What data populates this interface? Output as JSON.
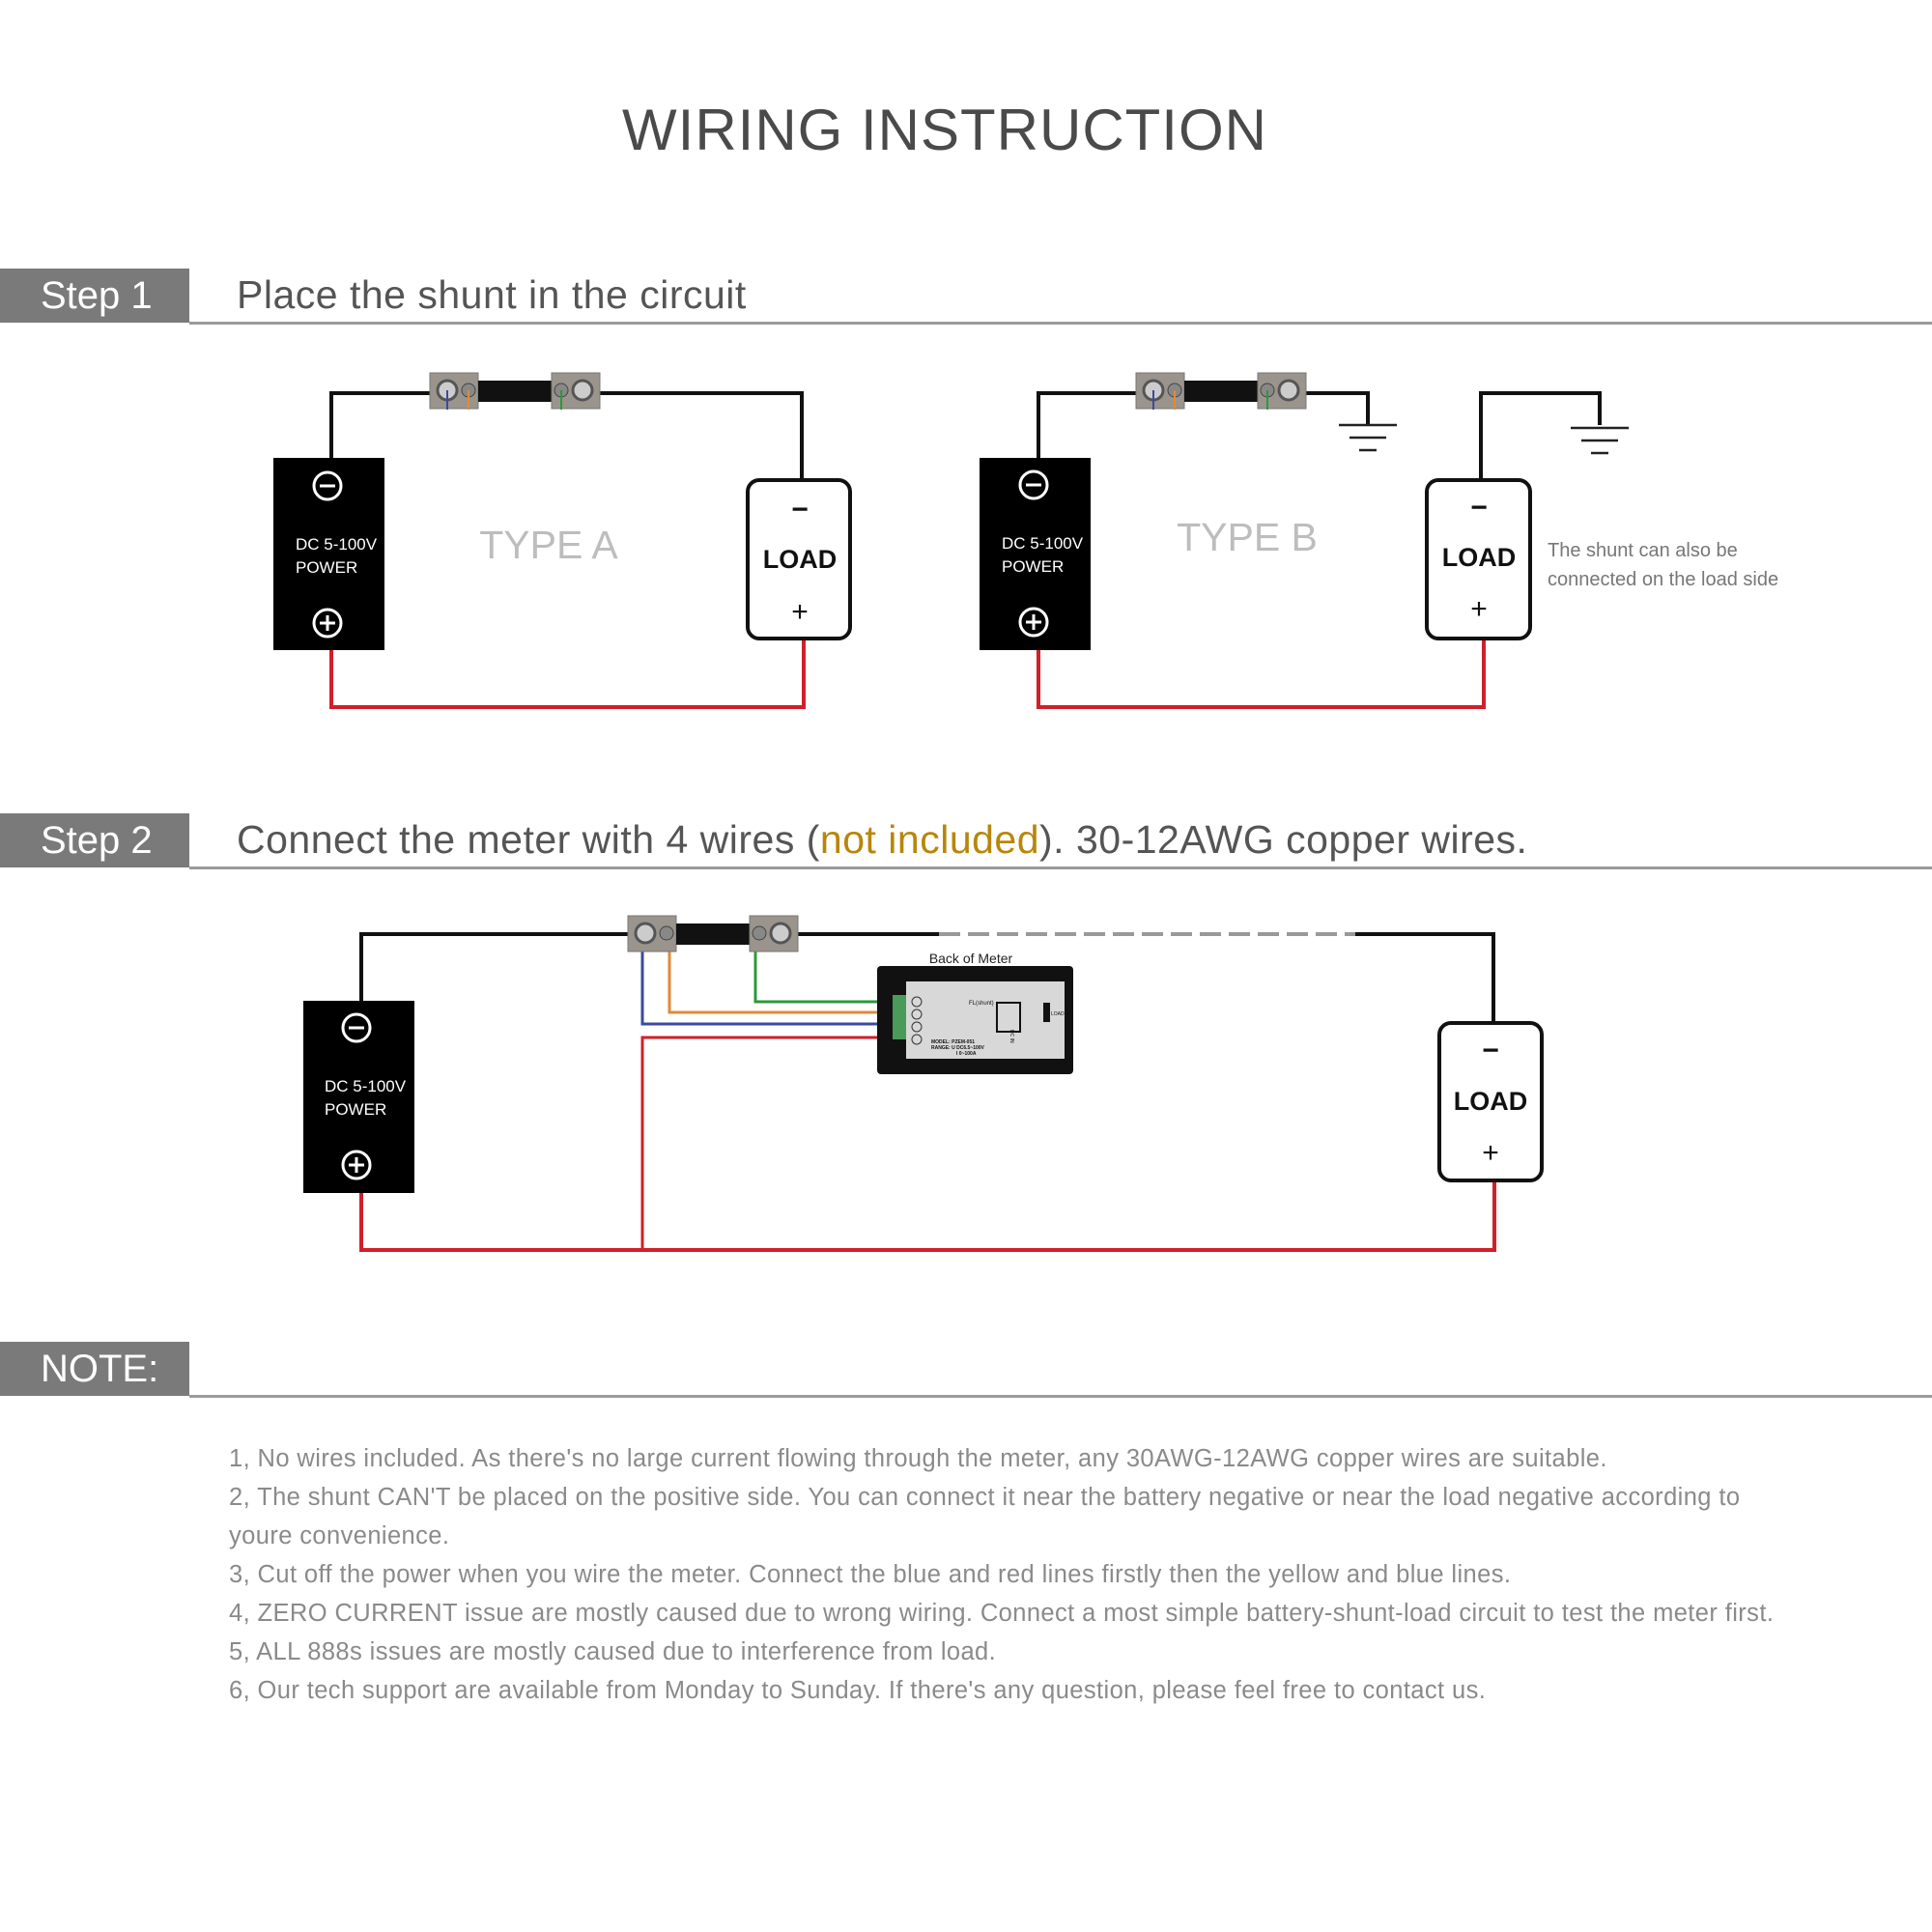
{
  "title": "WIRING INSTRUCTION",
  "step1": {
    "label": "Step 1",
    "text": "Place the shunt in the circuit"
  },
  "step2": {
    "label": "Step 2",
    "text_before": "Connect the meter with 4 wires (",
    "highlight": "not included",
    "text_after": "). 30-12AWG copper wires."
  },
  "note": {
    "label": "NOTE:"
  },
  "diagram": {
    "power_label_1": "DC 5-100V",
    "power_label_2": "POWER",
    "load_label": "LOAD",
    "minus": "−",
    "plus": "+",
    "type_a": "TYPE A",
    "type_b": "TYPE B",
    "side_note_1": "The shunt can also be",
    "side_note_2": "connected  on the load side",
    "meter_caption": "Back of Meter",
    "meter_model": "MODEL: PZEM-051",
    "meter_range_u": "RANGE: U DC6.5~100V",
    "meter_range_i": "I 0~100A",
    "meter_shunt": "FL(shunt)",
    "meter_dcin": "DC IN",
    "meter_load": "LOAD"
  },
  "colors": {
    "red_wire": "#d0202a",
    "black_wire": "#111111",
    "blue_wire": "#3a4aa0",
    "orange_wire": "#e08a3a",
    "green_wire": "#2a9a3a",
    "highlight": "#b8860b",
    "step_bar": "#7a7a7a"
  },
  "notes": [
    "1, No wires included. As there's no large current flowing through the meter, any 30AWG-12AWG copper wires are suitable.",
    "2, The shunt CAN'T be placed on the positive side. You can connect it near the battery negative or near the load negative according to youre convenience.",
    "3, Cut off the power when you wire the meter. Connect the blue and red lines firstly then the yellow and blue lines.",
    "4, ZERO CURRENT issue are mostly caused due to wrong wiring. Connect a most simple battery-shunt-load circuit to test the meter first.",
    "5, ALL 888s issues are mostly caused due to interference from load.",
    "6, Our tech support are available from Monday to Sunday. If there's any question, please feel free to contact us."
  ]
}
